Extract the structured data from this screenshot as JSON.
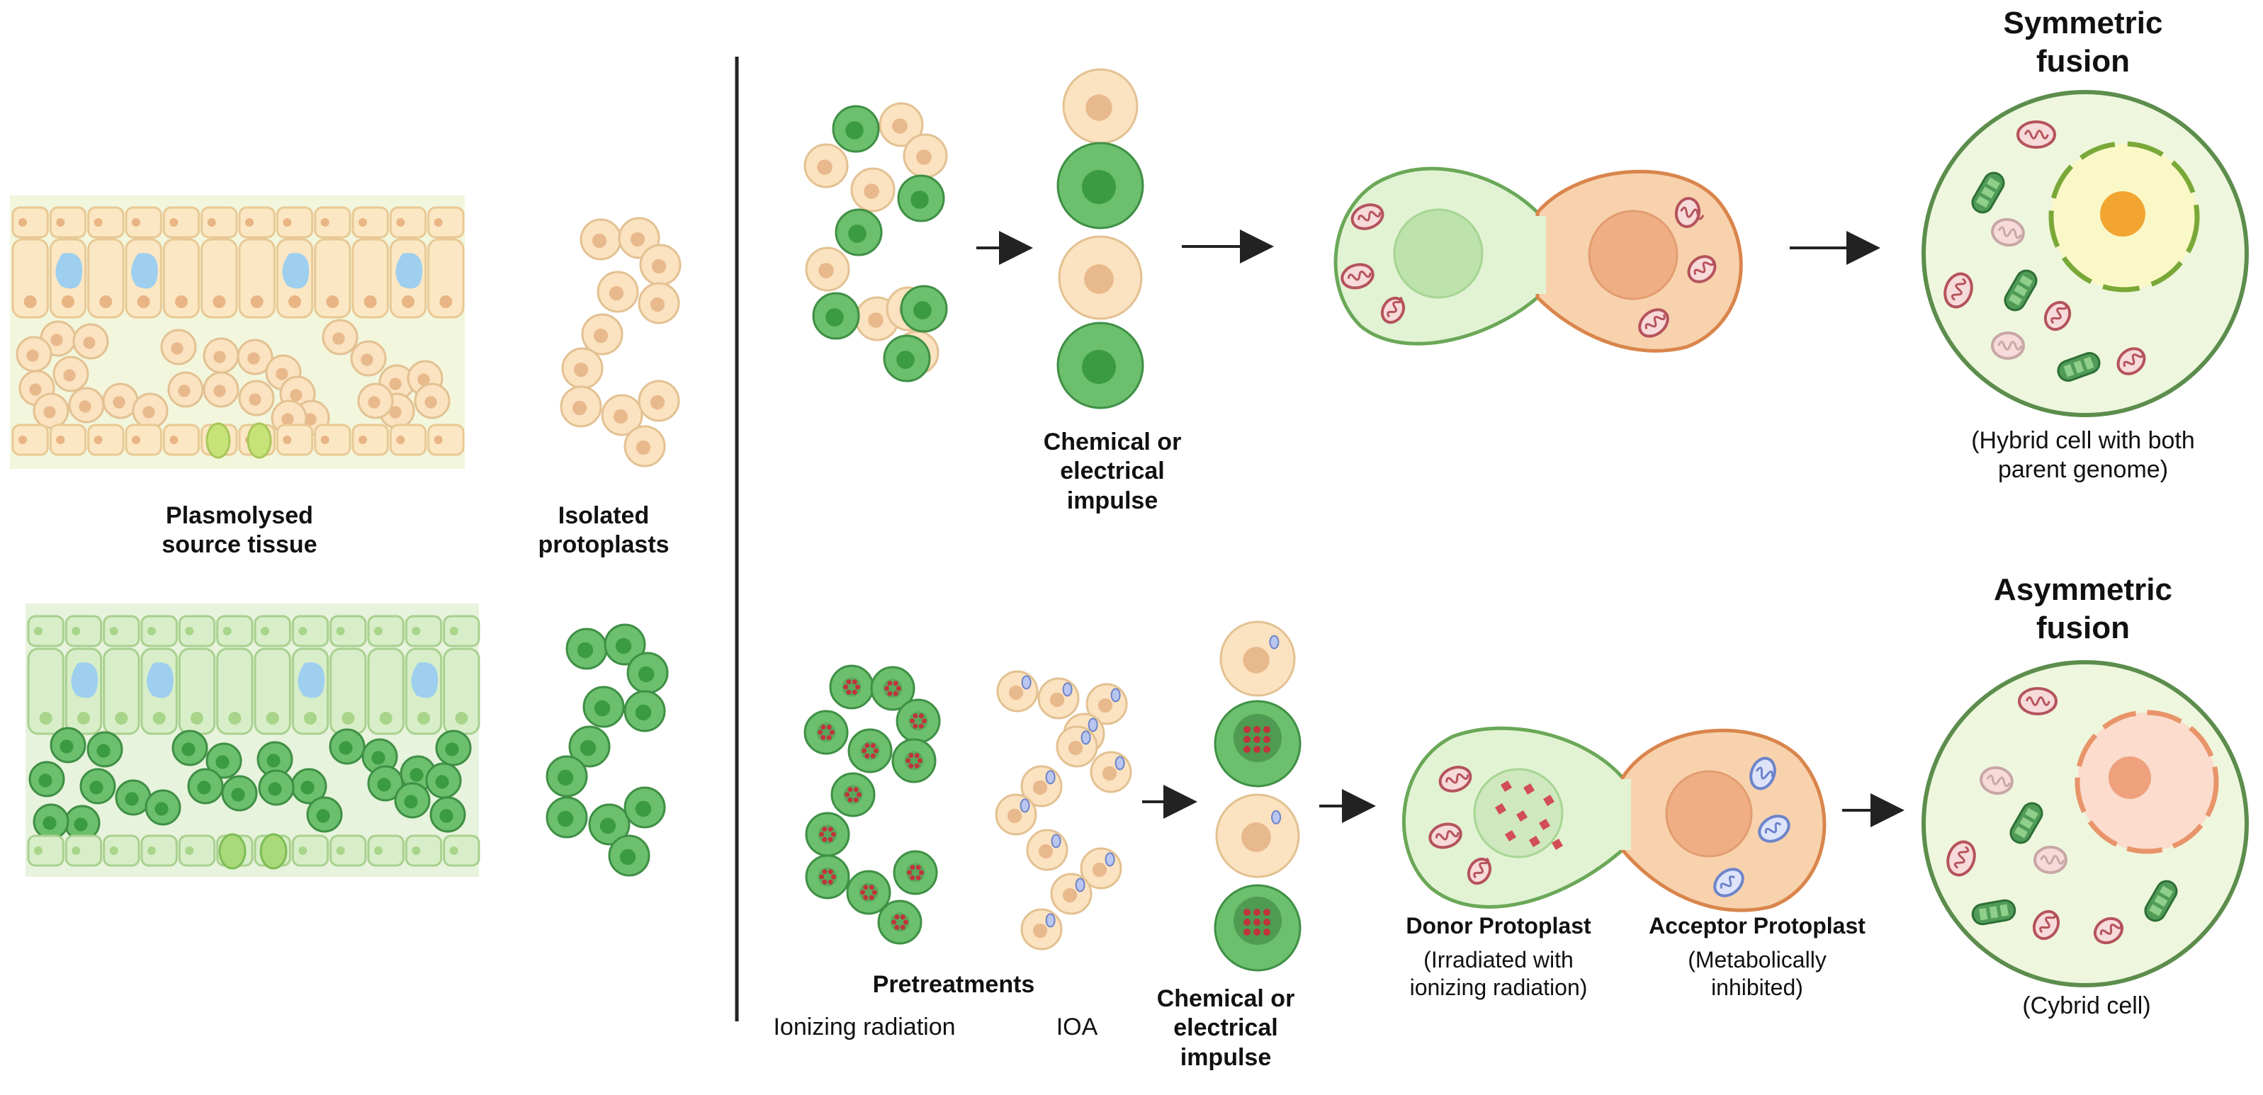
{
  "labels": {
    "plasmolysed_source_tissue": [
      "Plasmolysed",
      "source tissue"
    ],
    "isolated_protoplasts": [
      "Isolated",
      "protoplasts"
    ],
    "chemical_impulse_top": [
      "Chemical or",
      "electrical",
      "impulse"
    ],
    "symmetric_fusion_title": [
      "Symmetric",
      "fusion"
    ],
    "hybrid_cell_caption": [
      "(Hybrid cell with both",
      "parent genome)"
    ],
    "asymmetric_fusion_title": [
      "Asymmetric",
      "fusion"
    ],
    "pretreatments": "Pretreatments",
    "ionizing_radiation": "Ionizing radiation",
    "ioa": "IOA",
    "chemical_impulse_bottom": [
      "Chemical or",
      "electrical",
      "impulse"
    ],
    "donor_protoplast": "Donor Protoplast",
    "donor_caption": [
      "(Irradiated with",
      "ionizing radiation)"
    ],
    "acceptor_protoplast": "Acceptor Protoplast",
    "acceptor_caption": [
      "(Metabolically",
      "inhibited)"
    ],
    "cybrid_caption": "(Cybrid cell)"
  },
  "colors": {
    "green_cell_fill": "#6bbf6d",
    "green_cell_stroke": "#3f8f45",
    "green_nucleus": "#3a9b41",
    "beige_cell_fill": "#fbe2c0",
    "beige_cell_stroke": "#e3c192",
    "beige_nucleus": "#e8b98c",
    "pale_green_fill": "#e2f3d4",
    "orange_fill": "#f7d2ad",
    "orange_stroke": "#d9854c",
    "fused_outline": "#6aa857",
    "yellow_nucleus": "#f2a531",
    "mitochondria_red": "#b5535c",
    "mitochondria_blue": "#6d84c9",
    "chloroplast_green": "#4f9b57",
    "divider": "#222222",
    "arrow": "#222222"
  },
  "icons": [
    "arrow-right-icon",
    "mitochondrion-icon",
    "chloroplast-icon",
    "nucleus-icon",
    "vacuole-icon"
  ]
}
